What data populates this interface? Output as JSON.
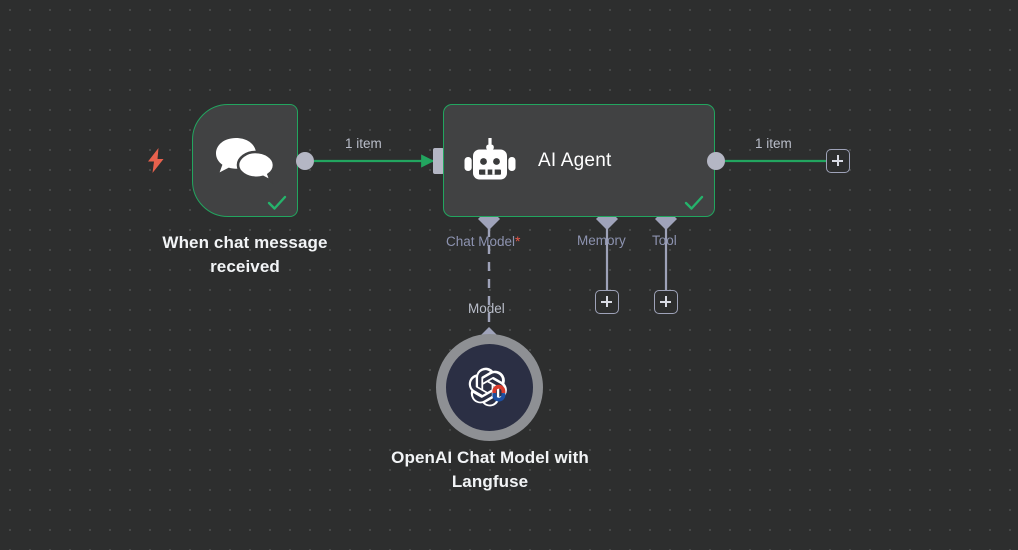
{
  "canvas": {
    "background_color": "#2d2e2e",
    "grid_dot_color": "#454747",
    "accent_success": "#22a55f",
    "accent_required": "#e8584a",
    "port_color": "#b4b6c4",
    "sub_label_color": "#8d93b0"
  },
  "nodes": {
    "trigger": {
      "caption": "When chat message received",
      "icon": "chat-bubbles-icon",
      "status": "success",
      "trigger_icon": "lightning-bolt-icon"
    },
    "agent": {
      "title": "AI Agent",
      "icon": "robot-icon",
      "status": "success",
      "sub_ports": [
        {
          "label": "Chat Model",
          "required": true,
          "required_marker": "*",
          "connection": "connected",
          "connection_label": "Model"
        },
        {
          "label": "Memory",
          "required": false,
          "required_marker": "",
          "connection": "empty",
          "connection_label": ""
        },
        {
          "label": "Tool",
          "required": false,
          "required_marker": "",
          "connection": "empty",
          "connection_label": ""
        }
      ]
    },
    "model": {
      "caption": "OpenAI Chat Model with Langfuse",
      "icon": "openai-logo-icon",
      "badge_icon": "langfuse-magnet-icon",
      "ring_color": "#8e9094",
      "body_color": "#2b2f44"
    }
  },
  "edges": [
    {
      "label": "1 item",
      "from": "trigger",
      "to": "agent",
      "style": "solid"
    },
    {
      "label": "1 item",
      "from": "agent",
      "to": "add-node",
      "style": "solid"
    },
    {
      "label": "Model",
      "from": "model",
      "to": "agent",
      "style": "dashed"
    }
  ],
  "buttons": {
    "add_main": "+",
    "add_memory": "+",
    "add_tool": "+"
  }
}
